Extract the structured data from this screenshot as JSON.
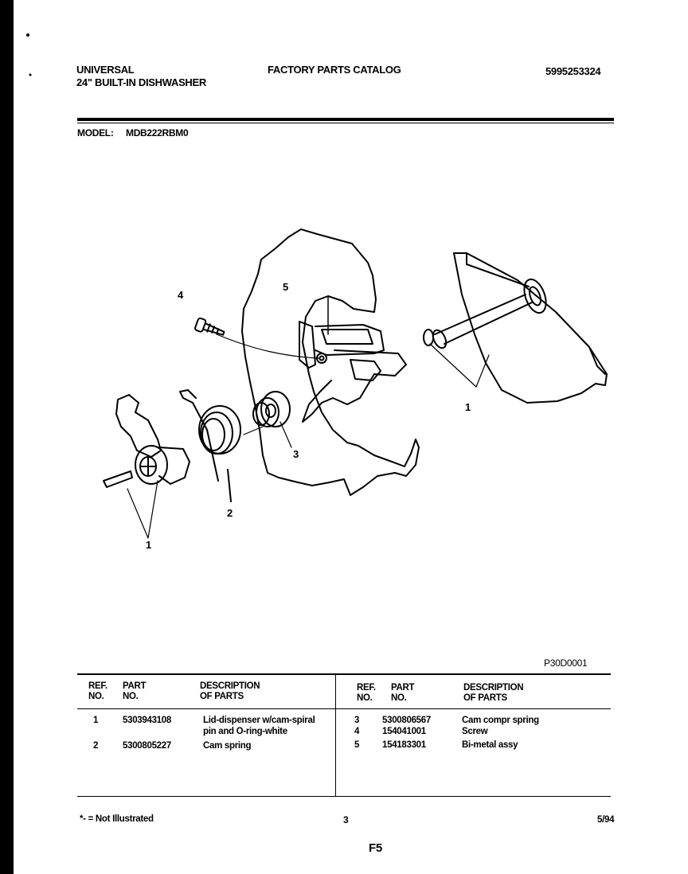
{
  "header": {
    "brand": "UNIVERSAL",
    "product": "24\" BUILT-IN DISHWASHER",
    "catalog": "FACTORY PARTS CATALOG",
    "catalog_number": "5995253324",
    "model_label": "MODEL:",
    "model_value": "MDB222RBM0"
  },
  "diagram": {
    "callouts": [
      "4",
      "5",
      "1",
      "3",
      "2",
      "1"
    ],
    "code": "P30D0001"
  },
  "parts_table": {
    "headers": {
      "ref": [
        "REF.",
        "NO."
      ],
      "part": [
        "PART",
        "NO."
      ],
      "description": [
        "DESCRIPTION",
        "OF PARTS"
      ]
    },
    "left_rows": [
      {
        "ref": "1",
        "part": "5303943108",
        "desc": [
          "Lid-dispenser w/cam-spiral",
          "pin and O-ring-white"
        ]
      },
      {
        "ref": "2",
        "part": "5300805227",
        "desc": [
          "Cam spring"
        ]
      }
    ],
    "right_rows": [
      {
        "ref": "3",
        "part": "5300806567",
        "desc": [
          "Cam compr spring"
        ]
      },
      {
        "ref": "4",
        "part": "154041001",
        "desc": [
          "Screw"
        ]
      },
      {
        "ref": "5",
        "part": "154183301",
        "desc": [
          "Bi-metal assy"
        ]
      }
    ]
  },
  "footer": {
    "note": "*- = Not Illustrated",
    "page": "3",
    "date": "5/94",
    "section": "F5"
  }
}
